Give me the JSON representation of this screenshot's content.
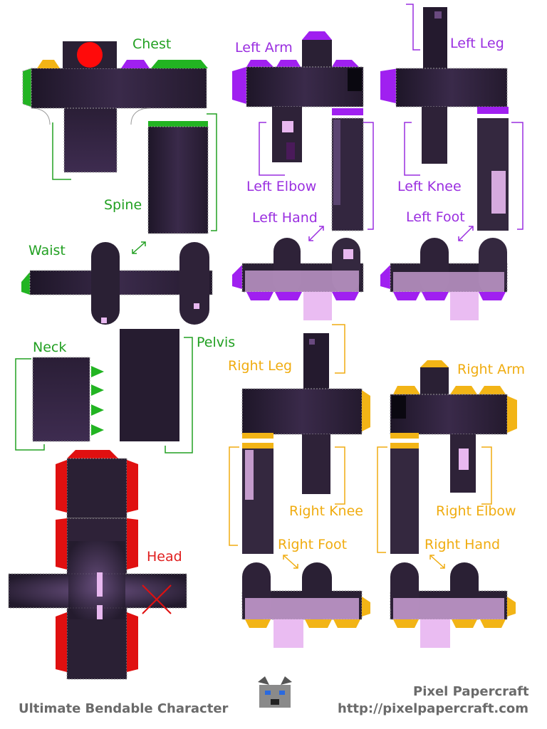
{
  "labels": {
    "chest": "Chest",
    "spine": "Spine",
    "waist": "Waist",
    "neck": "Neck",
    "pelvis": "Pelvis",
    "head": "Head",
    "left_arm": "Left Arm",
    "left_elbow": "Left Elbow",
    "left_hand": "Left Hand",
    "left_leg": "Left Leg",
    "left_knee": "Left Knee",
    "left_foot": "Left Foot",
    "right_leg": "Right Leg",
    "right_knee": "Right Knee",
    "right_foot": "Right Foot",
    "right_arm": "Right Arm",
    "right_elbow": "Right Elbow",
    "right_hand": "Right Hand"
  },
  "footer": {
    "title": "Ultimate Bendable Character",
    "brand": "Pixel Papercraft",
    "url": "http://pixelpapercraft.com"
  },
  "colors": {
    "body_dark": "#241a2e",
    "body_mid": "#3a2a4a",
    "spot_pink": "#e8b8f0",
    "spot_purple": "#7a4a9a",
    "tab_green": "#22b422",
    "tab_purple": "#a020f0",
    "tab_orange": "#f2b416",
    "tab_red": "#e01010",
    "label_green": "#22a022",
    "label_purple": "#9a2ee0",
    "label_orange": "#f0ac10",
    "label_red": "#e01e1e"
  },
  "icons": [
    "wolf-logo-icon",
    "cross-mark-icon",
    "resize-arrow-icon"
  ]
}
